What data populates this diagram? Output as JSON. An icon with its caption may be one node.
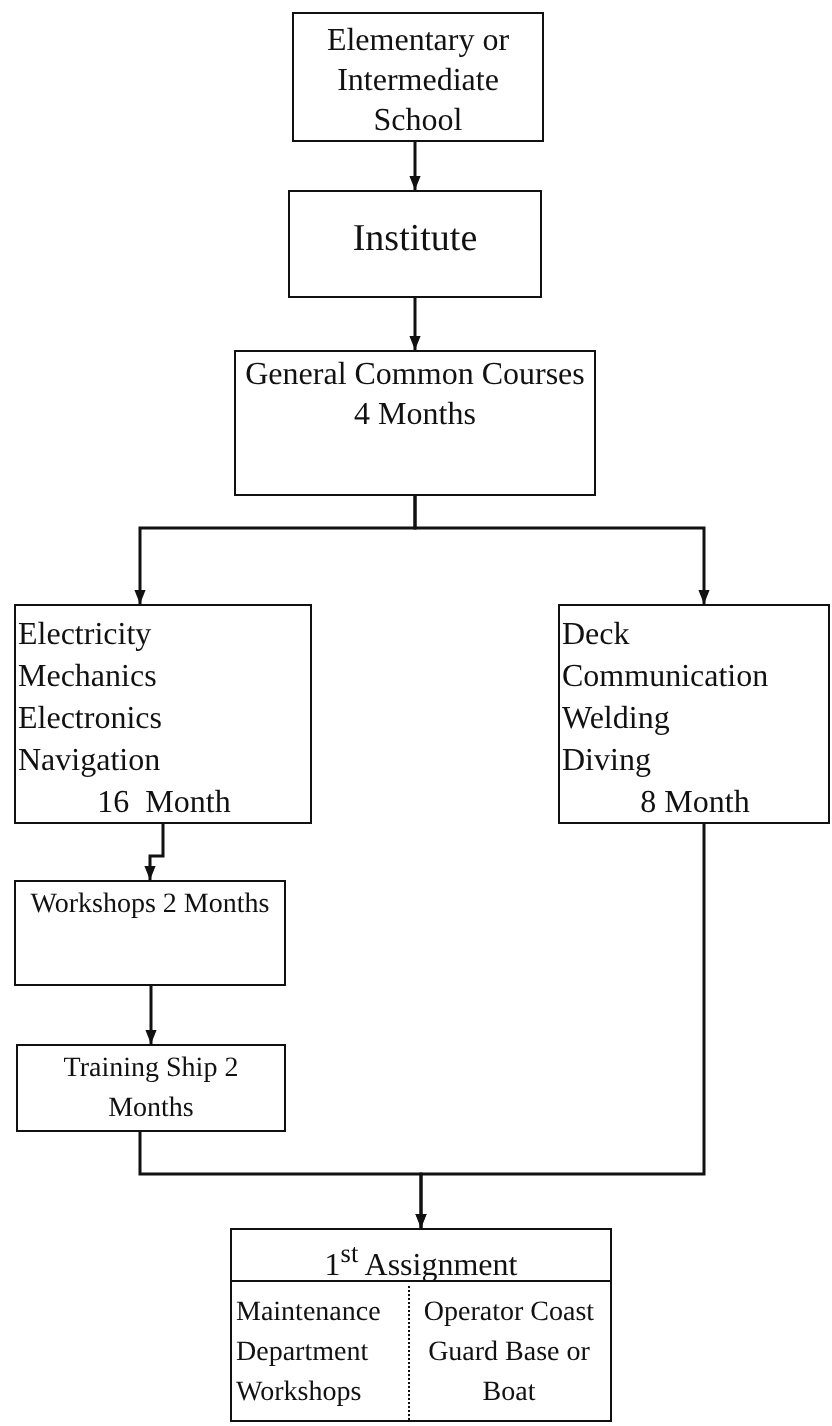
{
  "diagram": {
    "nodes": [
      {
        "text": [
          "Elementary or Intermediate School"
        ]
      },
      {
        "text": [
          "Institute"
        ]
      },
      {
        "text": [
          "General Common Courses 4 Months"
        ]
      },
      {
        "text": [
          "Electricity",
          "Mechanics",
          "Electronics",
          "Navigation",
          "16  Month"
        ]
      },
      {
        "text": [
          "Deck",
          "Communication",
          "Welding",
          "Diving",
          "8 Month"
        ]
      },
      {
        "text": [
          "Workshops 2 Months"
        ]
      },
      {
        "text": [
          "Training Ship 2 Months"
        ]
      },
      {
        "text": [
          "1$^{st}$ Assignment"
        ]
      },
      {
        "text": [
          "Maintenance Department Workshops"
        ],
        "in": 7
      },
      {
        "text": [
          "Operator Coast  Guard Base or  Boat"
        ],
        "in": 7
      }
    ],
    "edges": [
      {
        "from": 0,
        "to": 1,
        "arrow": "to"
      },
      {
        "from": 1,
        "to": 2,
        "arrow": "to"
      },
      {
        "from": 2,
        "to": 3,
        "arrow": "to"
      },
      {
        "from": 2,
        "to": 4,
        "arrow": "to"
      },
      {
        "from": 3,
        "to": 5,
        "arrow": "to"
      },
      {
        "from": 5,
        "to": 6,
        "arrow": "to"
      },
      {
        "from": 6,
        "to": 7,
        "arrow": "to"
      },
      {
        "from": 4,
        "to": 7,
        "arrow": "to"
      }
    ]
  }
}
